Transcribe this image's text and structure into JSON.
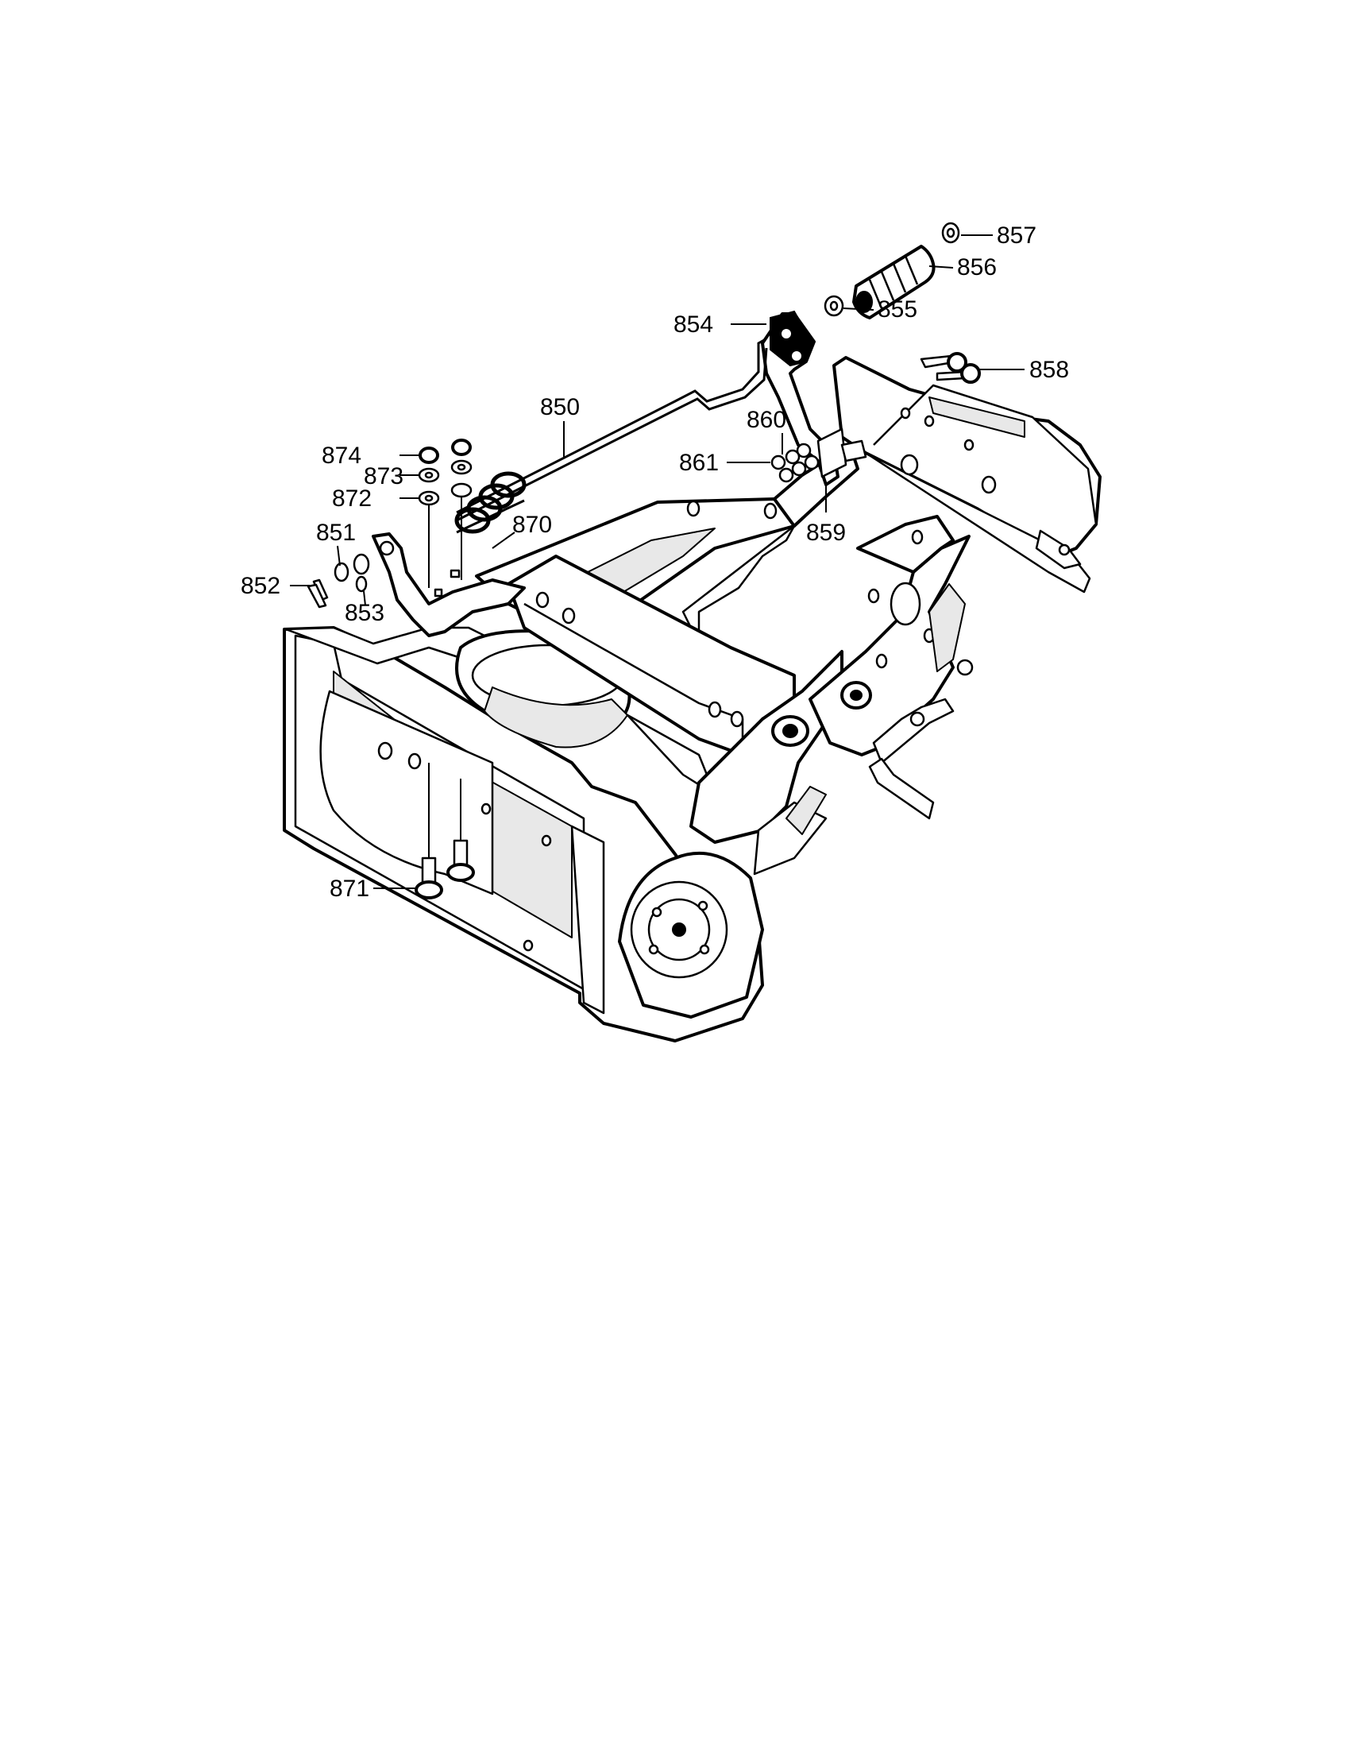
{
  "parts": [
    {
      "id": "857",
      "label": "857"
    },
    {
      "id": "856",
      "label": "856"
    },
    {
      "id": "855",
      "label": "855"
    },
    {
      "id": "854",
      "label": "854"
    },
    {
      "id": "858",
      "label": "858"
    },
    {
      "id": "850",
      "label": "850"
    },
    {
      "id": "860",
      "label": "860"
    },
    {
      "id": "874",
      "label": "874"
    },
    {
      "id": "861",
      "label": "861"
    },
    {
      "id": "873",
      "label": "873"
    },
    {
      "id": "872",
      "label": "872"
    },
    {
      "id": "870",
      "label": "870"
    },
    {
      "id": "859",
      "label": "859"
    },
    {
      "id": "851",
      "label": "851"
    },
    {
      "id": "852",
      "label": "852"
    },
    {
      "id": "853",
      "label": "853"
    },
    {
      "id": "871",
      "label": "871"
    }
  ]
}
